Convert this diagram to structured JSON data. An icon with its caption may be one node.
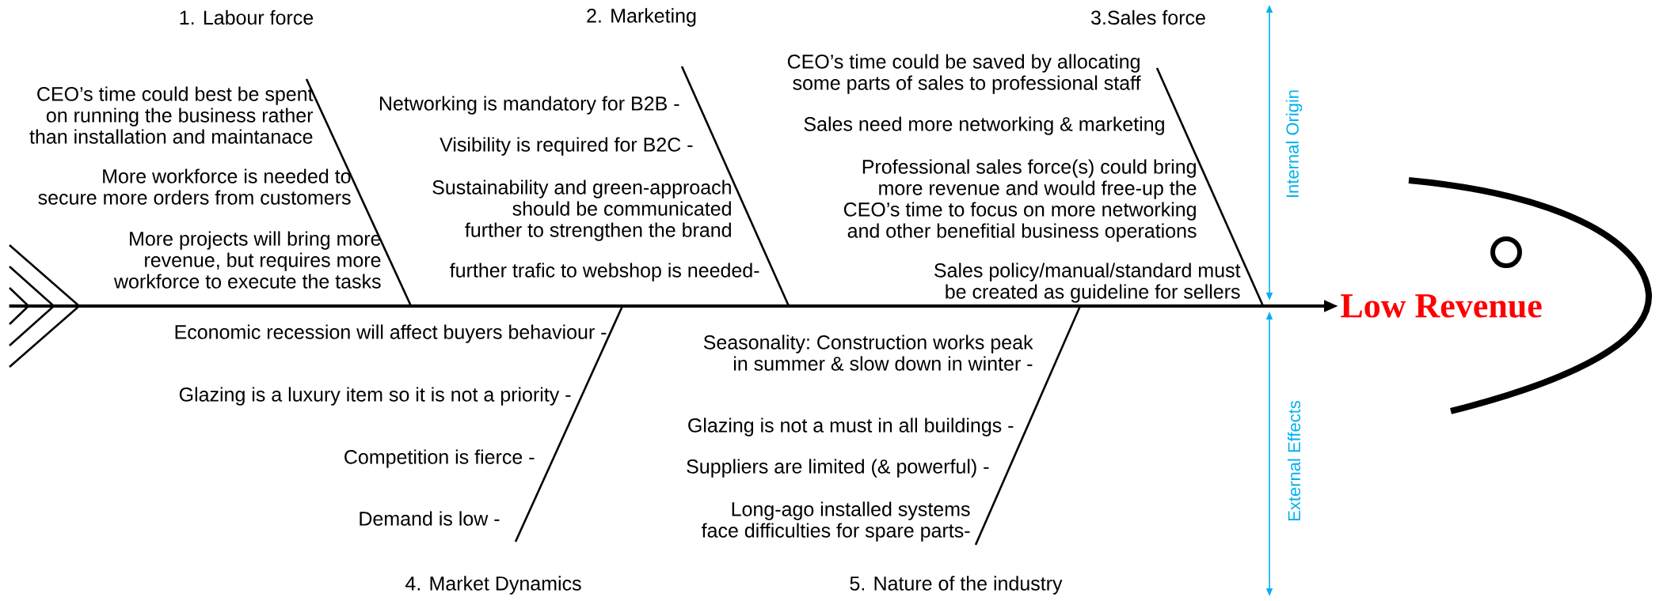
{
  "diagram": {
    "nodes": [
      {
        "text": [],
        "shape": "picture"
      },
      {
        "text": [
          "Low Revenue"
        ]
      }
    ],
    "edges": [
      {
        "from": 0,
        "to": 1,
        "arrow": "to"
      }
    ],
    "labels": [
      "1. Labour force",
      "2. Marketing",
      "3.Sales force",
      "CEO’s time could best be spent on running the business rather than installation and maintanace",
      "More workforce is needed to secure more orders from customers",
      "More projects will bring more revenue, but requires more workforce to execute the tasks",
      "Networking is mandatory for B2B -",
      "Visibility is required for B2C -",
      "Sustainability and green-approach should be communicated further to strengthen the brand",
      "further trafic to webshop is needed-",
      "CEO’s time could be saved by allocating some parts of sales to professional staff",
      "Sales need more networking & marketing",
      "Professional sales force(s) could bring more revenue and would free-up the CEO’s time to focus on more networking and other benefitial business operations",
      "Sales policy/manual/standard must be created as guideline for sellers",
      "Internal Origin",
      "External Effects",
      "Economic recession will affect buyers behaviour -",
      "Glazing is a luxury item so it is not a priority -",
      "Competition is fierce -",
      "Demand is low -",
      "Seasonality: Construction works peak in summer & slow down in winter -",
      "Glazing is not a must in all buildings -",
      "Suppliers are limited (& powerful) -",
      "Long-ago installed systems face difficulties for spare parts-",
      "4. Market Dynamics",
      "5. Nature of the industry"
    ]
  }
}
